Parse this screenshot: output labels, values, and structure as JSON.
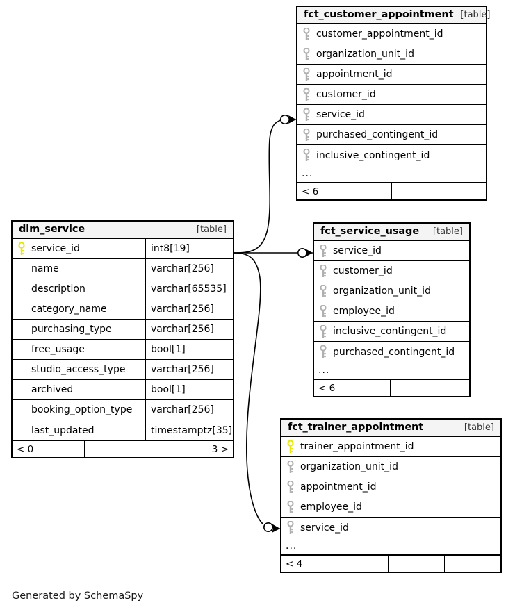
{
  "caption": "Generated by SchemaSpy",
  "table_tag": "[table]",
  "ellipsis": "...",
  "colors": {
    "primary_key": "#e8e800",
    "foreign_key": "#b0b0b0",
    "table_header_bg": "#f4f4f4",
    "border": "#000000",
    "background": "#ffffff"
  },
  "tables": [
    {
      "id": "fct_customer_appointment",
      "name": "fct_customer_appointment",
      "tag": "[table]",
      "columns": [
        {
          "name": "customer_appointment_id",
          "key": "foreign",
          "type": ""
        },
        {
          "name": "organization_unit_id",
          "key": "foreign",
          "type": ""
        },
        {
          "name": "appointment_id",
          "key": "foreign",
          "type": ""
        },
        {
          "name": "customer_id",
          "key": "foreign",
          "type": ""
        },
        {
          "name": "service_id",
          "key": "foreign",
          "type": ""
        },
        {
          "name": "purchased_contingent_id",
          "key": "foreign",
          "type": ""
        },
        {
          "name": "inclusive_contingent_id",
          "key": "foreign",
          "type": ""
        }
      ],
      "has_ellipsis": true,
      "footer": [
        "< 6",
        "",
        ""
      ]
    },
    {
      "id": "dim_service",
      "name": "dim_service",
      "tag": "[table]",
      "columns": [
        {
          "name": "service_id",
          "key": "primary",
          "type": "int8[19]"
        },
        {
          "name": "name",
          "key": "none",
          "type": "varchar[256]"
        },
        {
          "name": "description",
          "key": "none",
          "type": "varchar[65535]"
        },
        {
          "name": "category_name",
          "key": "none",
          "type": "varchar[256]"
        },
        {
          "name": "purchasing_type",
          "key": "none",
          "type": "varchar[256]"
        },
        {
          "name": "free_usage",
          "key": "none",
          "type": "bool[1]"
        },
        {
          "name": "studio_access_type",
          "key": "none",
          "type": "varchar[256]"
        },
        {
          "name": "archived",
          "key": "none",
          "type": "bool[1]"
        },
        {
          "name": "booking_option_type",
          "key": "none",
          "type": "varchar[256]"
        },
        {
          "name": "last_updated",
          "key": "none",
          "type": "timestamptz[35]"
        }
      ],
      "has_ellipsis": false,
      "footer": [
        "< 0",
        "",
        "3 >"
      ]
    },
    {
      "id": "fct_service_usage",
      "name": "fct_service_usage",
      "tag": "[table]",
      "columns": [
        {
          "name": "service_id",
          "key": "foreign",
          "type": ""
        },
        {
          "name": "customer_id",
          "key": "foreign",
          "type": ""
        },
        {
          "name": "organization_unit_id",
          "key": "foreign",
          "type": ""
        },
        {
          "name": "employee_id",
          "key": "foreign",
          "type": ""
        },
        {
          "name": "inclusive_contingent_id",
          "key": "foreign",
          "type": ""
        },
        {
          "name": "purchased_contingent_id",
          "key": "foreign",
          "type": ""
        }
      ],
      "has_ellipsis": true,
      "footer": [
        "< 6",
        "",
        ""
      ]
    },
    {
      "id": "fct_trainer_appointment",
      "name": "fct_trainer_appointment",
      "tag": "[table]",
      "columns": [
        {
          "name": "trainer_appointment_id",
          "key": "primary",
          "type": ""
        },
        {
          "name": "organization_unit_id",
          "key": "foreign",
          "type": ""
        },
        {
          "name": "appointment_id",
          "key": "foreign",
          "type": ""
        },
        {
          "name": "employee_id",
          "key": "foreign",
          "type": ""
        },
        {
          "name": "service_id",
          "key": "foreign",
          "type": ""
        }
      ],
      "has_ellipsis": true,
      "footer": [
        "< 4",
        "",
        ""
      ]
    }
  ],
  "relationships": [
    {
      "from": "dim_service.service_id",
      "to": "fct_customer_appointment.service_id",
      "from_cardinality": "one",
      "to_cardinality": "zero-or-many"
    },
    {
      "from": "dim_service.service_id",
      "to": "fct_service_usage.service_id",
      "from_cardinality": "one",
      "to_cardinality": "zero-or-many"
    },
    {
      "from": "dim_service.service_id",
      "to": "fct_trainer_appointment.service_id",
      "from_cardinality": "one",
      "to_cardinality": "zero-or-many"
    }
  ]
}
